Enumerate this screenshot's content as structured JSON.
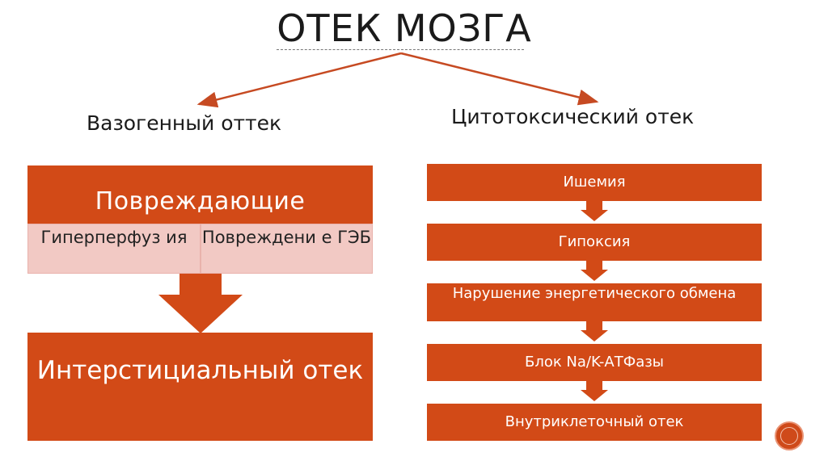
{
  "slide": {
    "title": "ОТЕК МОЗГА",
    "colors": {
      "accent": "#d24a17",
      "sub_fill": "#f2c9c4"
    }
  },
  "left_branch": {
    "label": "Вазогенный оттек",
    "top_box": "Повреждающие",
    "sub_items": [
      "Гиперперфуз ия",
      "Повреждени е ГЭБ"
    ],
    "bottom_box": "Интерстициальный отек"
  },
  "right_branch": {
    "label": "Цитотоксический отек",
    "steps": [
      "Ишемия",
      "Гипоксия",
      "Нарушение энергетического обмена",
      "Блок Na/K-АТФазы",
      "Внутриклеточный отек"
    ]
  },
  "icons": {
    "logo": "circle-logo-icon",
    "arrow": "down-arrow-icon"
  }
}
